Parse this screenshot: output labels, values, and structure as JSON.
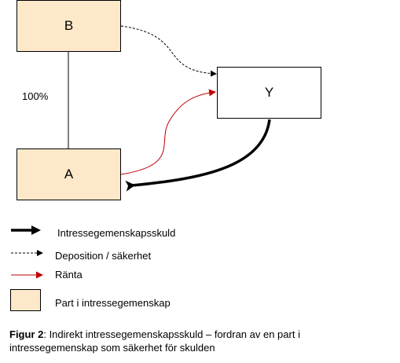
{
  "colors": {
    "party_fill": "#fde9c9",
    "interest_arrow": "#c00000",
    "debt_arrow": "#000000",
    "deposit_arrow": "#000000"
  },
  "nodes": {
    "b": {
      "label": "B"
    },
    "a": {
      "label": "A"
    },
    "y": {
      "label": "Y"
    }
  },
  "edges": {
    "ownership_label": "100%"
  },
  "legend": {
    "debt": "Intressegemenskapsskuld",
    "deposit": "Deposition  / säkerhet",
    "interest": "Ränta",
    "party": "Part i intressegemenskap"
  },
  "caption": {
    "prefix": "Figur 2",
    "text": ": Indirekt  intressegemenskapsskuld – fordran av en part i intressegemenskap som säkerhet för skulden"
  }
}
